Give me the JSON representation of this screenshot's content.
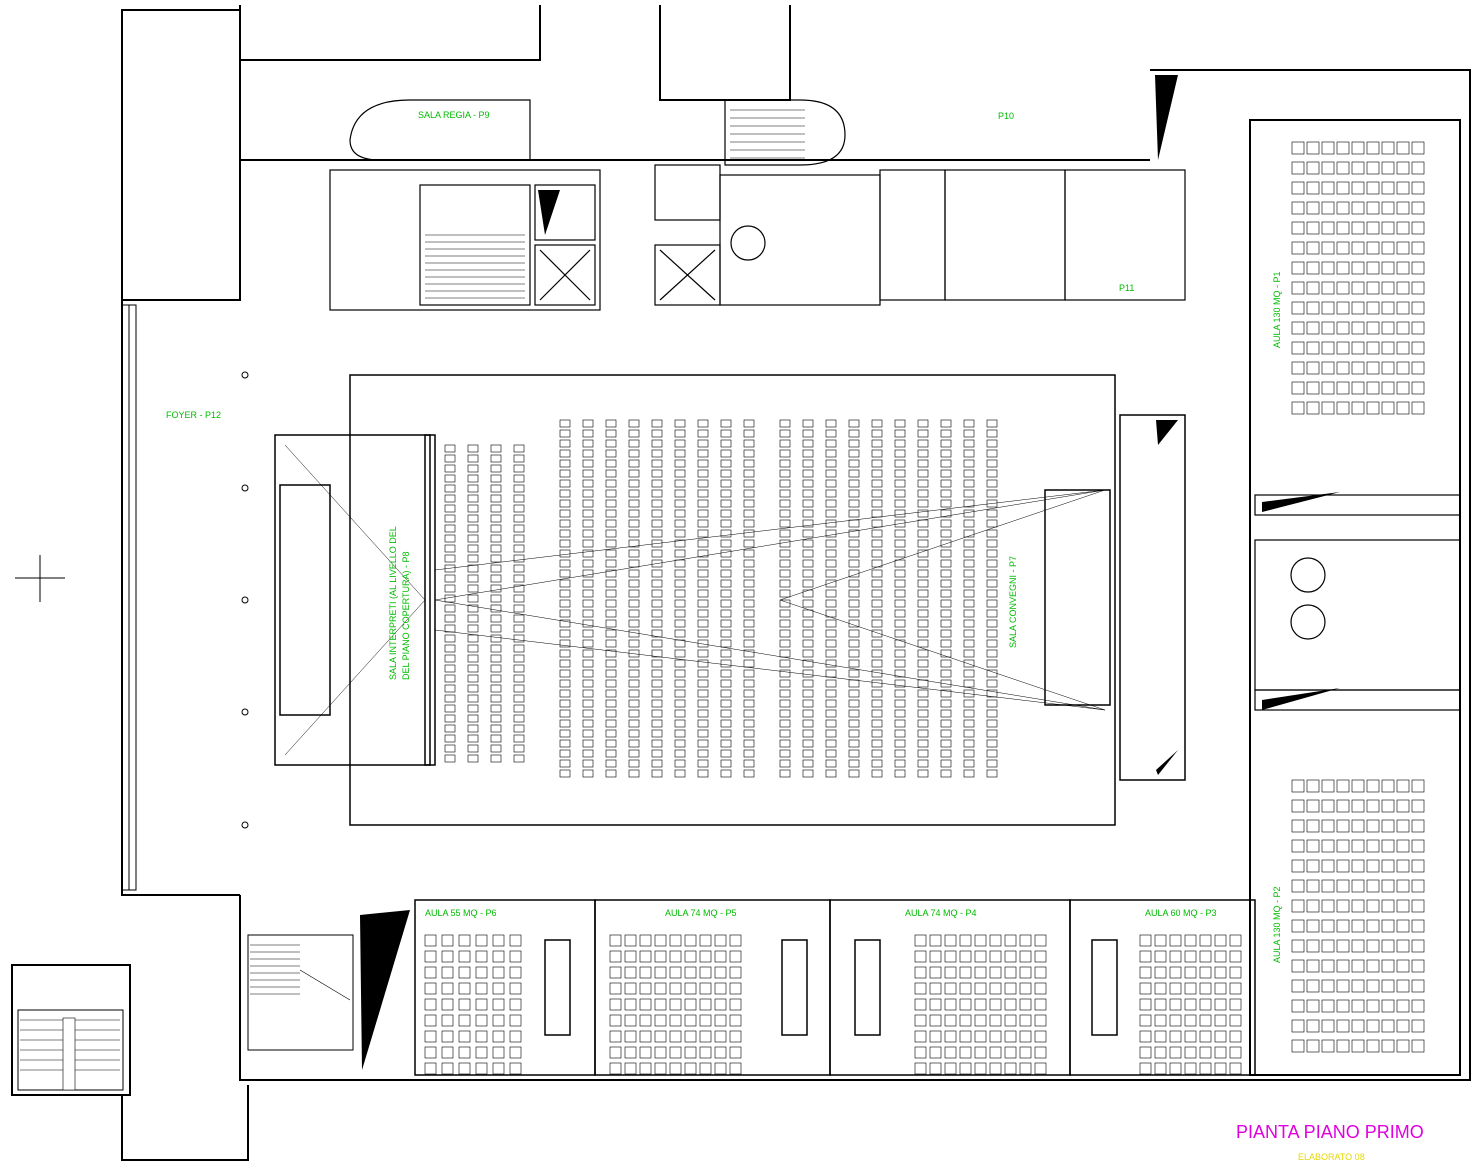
{
  "title": "PIANTA PIANO PRIMO",
  "subtitle": "ELABORATO 08",
  "colors": {
    "walls": "#000000",
    "labels": "#00bb00",
    "title": "#e000e0",
    "subtitle": "#e6d800"
  },
  "rooms": {
    "sala_regia": "SALA REGIA - P9",
    "foyer": "FOYER - P12",
    "sala_interpreti_1": "SALA INTERPRETI (AL LIVELLO DEL",
    "sala_interpreti_2": "DEL PIANO COPERTURA) - P8",
    "sala_convegni": "SALA CONVEGNI - P7",
    "p10": "P10",
    "p11": "P11",
    "aula_p1": "AULA 130 MQ - P1",
    "aula_p2": "AULA 130 MQ - P2",
    "aula_p3": "AULA 60 MQ - P3",
    "aula_p4": "AULA 74 MQ - P4",
    "aula_p5": "AULA 74 MQ - P5",
    "aula_p6": "AULA 55 MQ - P6"
  }
}
